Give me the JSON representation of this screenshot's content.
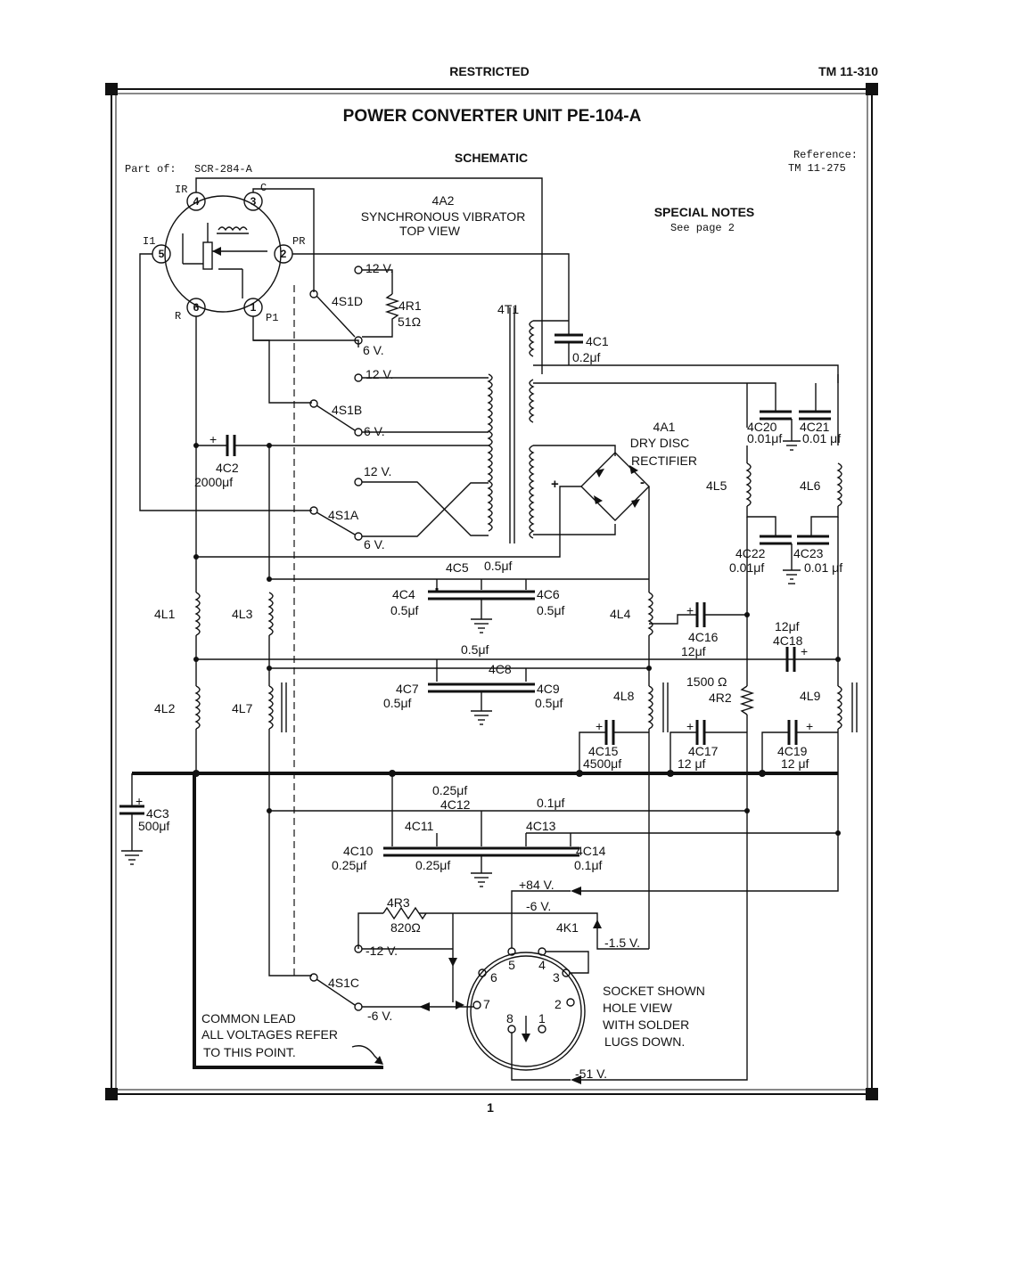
{
  "header": {
    "classification": "RESTRICTED",
    "manual": "TM 11-310"
  },
  "title": "POWER CONVERTER UNIT PE-104-A",
  "subtitle": "SCHEMATIC",
  "part_of": {
    "label": "Part of:",
    "value": "SCR-284-A"
  },
  "reference": {
    "label": "Reference:",
    "value": "TM 11-275"
  },
  "special_notes": {
    "title": "SPECIAL NOTES",
    "text": "See page 2"
  },
  "vibrator": {
    "lines": [
      "4A2",
      "SYNCHRONOUS VIBRATOR",
      "TOP VIEW"
    ],
    "pins": {
      "p4": "4",
      "p3": "3",
      "p5": "5",
      "p2": "2",
      "p6": "6",
      "p1": "1"
    },
    "pin_labels": {
      "ir": "IR",
      "c": "C",
      "i1": "I1",
      "pr": "PR",
      "r": "R",
      "p1": "P1"
    }
  },
  "switches": {
    "s1d": "4S1D",
    "s1b": "4S1B",
    "s1a": "4S1A",
    "s1c": "4S1C"
  },
  "voltages": {
    "v12": "12 V.",
    "v6": "6 V.",
    "m6": "-6 V.",
    "m12": "-12 V.",
    "p84": "+84 V.",
    "m15": "-1.5 V.",
    "m51": "-51 V."
  },
  "transformer": "4T1",
  "rectifier": {
    "name": "4A1",
    "line2": "DRY DISC",
    "line3": "RECTIFIER",
    "plus": "+",
    "minus": "-"
  },
  "components": {
    "r1": "4R1",
    "r1v": "51Ω",
    "c1": "4C1",
    "c1v": "0.2μf",
    "c2": "4C2",
    "c2v": "2000μf",
    "c20": "4C20",
    "c20v": "0.01μf",
    "c21": "4C21",
    "c21v": "0.01 μf",
    "c22": "4C22",
    "c22v": "0.01μf",
    "c23": "4C23",
    "c23v": "0.01 μf",
    "l5": "4L5",
    "l6": "4L6",
    "c5": "4C5",
    "c5v": "0.5μf",
    "c4": "4C4",
    "c4v": "0.5μf",
    "c6": "4C6",
    "c6v": "0.5μf",
    "l1": "4L1",
    "l3": "4L3",
    "l4": "4L4",
    "c16": "4C16",
    "c16v": "12μf",
    "c18": "4C18",
    "c18v": "12μf",
    "c8": "4C8",
    "c8v": "0.5μf",
    "c7": "4C7",
    "c7v": "0.5μf",
    "c9": "4C9",
    "c9v": "0.5μf",
    "l2": "4L2",
    "l7": "4L7",
    "l8": "4L8",
    "l9": "4L9",
    "r2": "4R2",
    "r2v": "1500 Ω",
    "c15": "4C15",
    "c15v": "4500μf",
    "c17": "4C17",
    "c17v": "12 μf",
    "c19": "4C19",
    "c19v": "12 μf",
    "c3": "4C3",
    "c3v": "500μf",
    "c12": "4C12",
    "c12v": "0.25μf",
    "c11": "4C11",
    "c13": "4C13",
    "c13v": "0.1μf",
    "c10": "4C10",
    "c10v": "0.25μf",
    "c11v": "0.25μf",
    "c14": "4C14",
    "c14v": "0.1μf",
    "r3": "4R3",
    "r3v": "820Ω",
    "k1": "4K1"
  },
  "socket": {
    "pins": {
      "s5": "5",
      "s4": "4",
      "s6": "6",
      "s3": "3",
      "s7": "7",
      "s2": "2",
      "s8": "8",
      "s1": "1"
    },
    "note": [
      "SOCKET SHOWN",
      "HOLE VIEW",
      "WITH SOLDER",
      "LUGS DOWN."
    ]
  },
  "common_lead": [
    "COMMON LEAD",
    "ALL VOLTAGES REFER",
    "TO THIS POINT."
  ],
  "page_number": "1"
}
